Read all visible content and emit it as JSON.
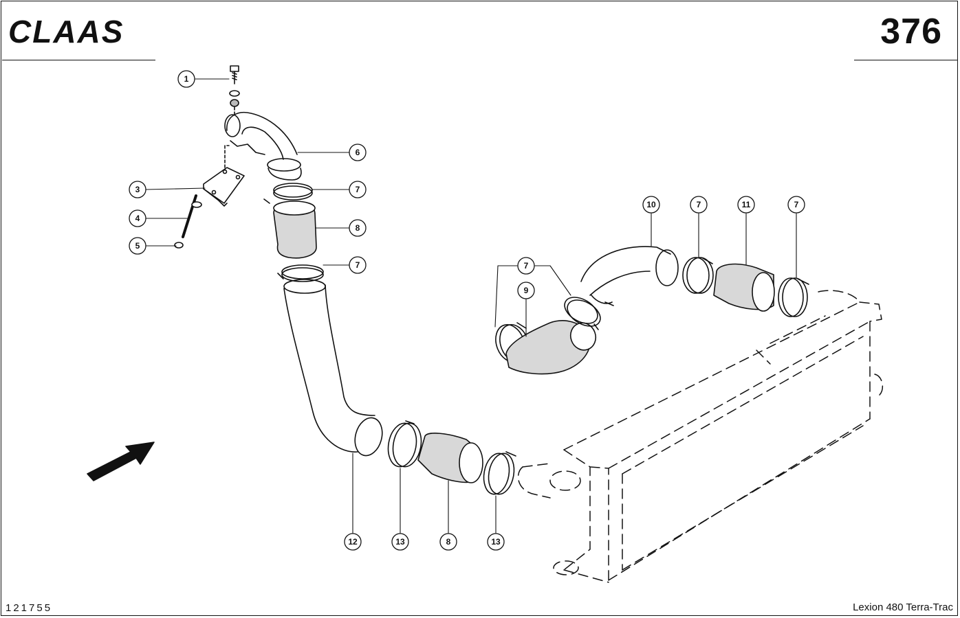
{
  "header": {
    "brand": "CLAAS",
    "page_number": "376"
  },
  "footer": {
    "doc_number": "121755",
    "model": "Lexion 480 Terra-Trac"
  },
  "callouts": [
    "1",
    "3",
    "4",
    "5",
    "6",
    "7",
    "8",
    "7",
    "7",
    "9",
    "10",
    "7",
    "11",
    "7",
    "12",
    "13",
    "8",
    "13"
  ]
}
